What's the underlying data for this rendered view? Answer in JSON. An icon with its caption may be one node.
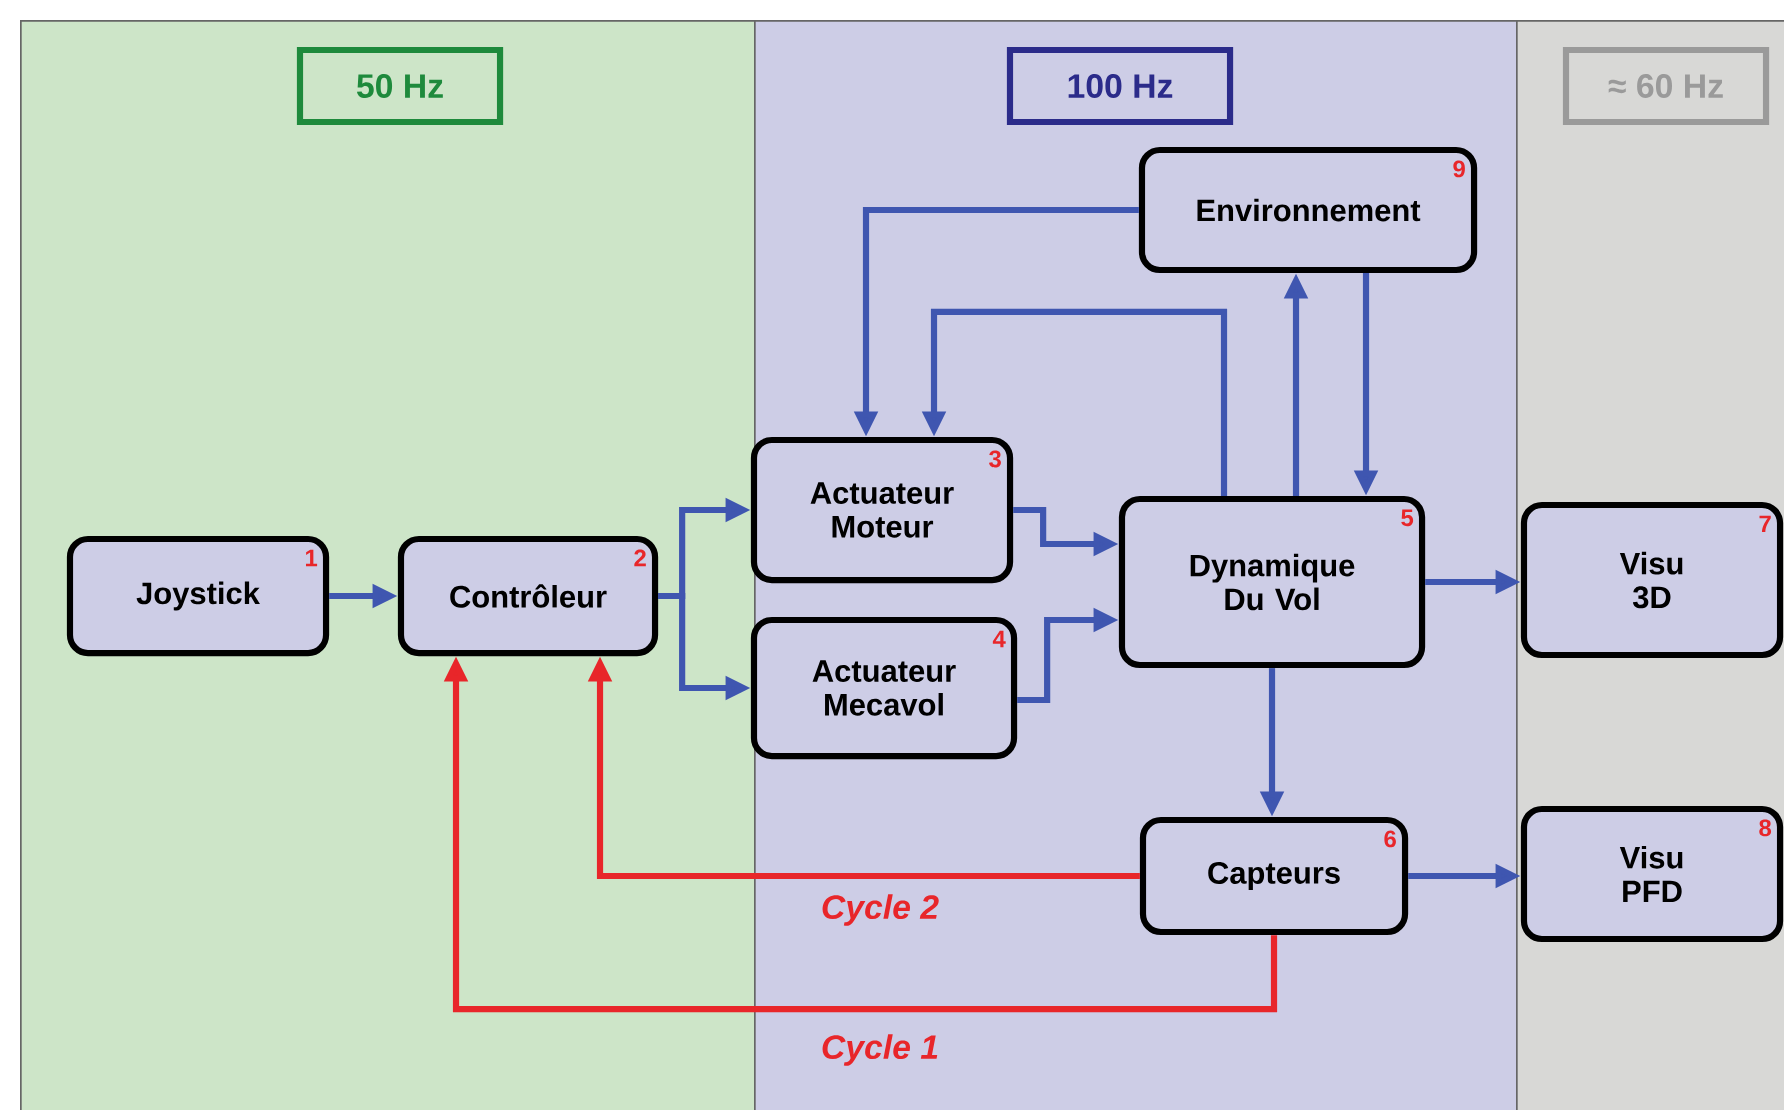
{
  "diagram": {
    "nodes": [
      {
        "text": [
          "50 Hz"
        ]
      },
      {
        "text": [
          "100 Hz"
        ]
      },
      {
        "text": [
          "≈ 60 Hz"
        ]
      },
      {
        "text": [
          "Joystick",
          "1"
        ],
        "in": 0
      },
      {
        "text": [
          "Contrôleur",
          "2"
        ],
        "in": 0
      },
      {
        "text": [
          "Actuateur Moteur",
          "3"
        ],
        "in": 1
      },
      {
        "text": [
          "Actuateur Mecavol",
          "4"
        ],
        "in": 1
      },
      {
        "text": [
          "Dynamique Du Vol",
          "5"
        ],
        "in": 1
      },
      {
        "text": [
          "Capteurs",
          "6"
        ],
        "in": 1
      },
      {
        "text": [
          "Visu 3D",
          "7"
        ],
        "in": 2
      },
      {
        "text": [
          "Visu PFD",
          "8"
        ],
        "in": 2
      },
      {
        "text": [
          "Environnement",
          "9"
        ],
        "in": 1
      }
    ],
    "edges": [
      {
        "from": 3,
        "to": 4,
        "arrow": "to"
      },
      {
        "from": 4,
        "to": 5,
        "arrow": "to"
      },
      {
        "from": 4,
        "to": 6,
        "arrow": "to"
      },
      {
        "from": 5,
        "to": 7,
        "arrow": "to"
      },
      {
        "from": 6,
        "to": 7,
        "arrow": "to"
      },
      {
        "from": 11,
        "to": 5,
        "arrow": "to"
      },
      {
        "from": 7,
        "to": 5,
        "arrow": "to"
      },
      {
        "from": 7,
        "to": 11,
        "arrow": "to"
      },
      {
        "from": 11,
        "to": 7,
        "arrow": "to"
      },
      {
        "from": 7,
        "to": 9,
        "arrow": "to"
      },
      {
        "from": 7,
        "to": 8,
        "arrow": "to"
      },
      {
        "from": 8,
        "to": 10,
        "arrow": "to"
      },
      {
        "from": 8,
        "to": 4,
        "arrow": "to",
        "label": "Cycle 2",
        "color": "#e8262a"
      },
      {
        "from": 8,
        "to": 4,
        "arrow": "to",
        "label": "Cycle 1",
        "color": "#e8262a"
      }
    ]
  }
}
